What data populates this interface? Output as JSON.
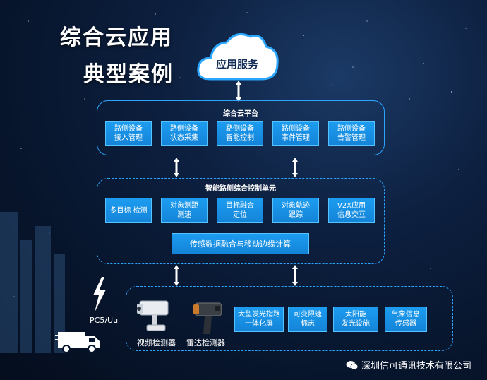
{
  "title_line1": "综合云应用",
  "title_line2": "典型案例",
  "cloud_label": "应用服务",
  "platform": {
    "title": "综合云平台",
    "boxes": [
      "路侧设备\n接入管理",
      "路侧设备\n状态采集",
      "路侧设备\n智能控制",
      "路侧设备\n事件管理",
      "路侧设备\n告警管理"
    ]
  },
  "control_unit": {
    "title": "智能路侧综合控制单元",
    "boxes": [
      "多目标 检测",
      "对象测距\n测速",
      "目标融合\n定位",
      "对象轨迹\n跟踪",
      "V2X应用\n信息交互"
    ],
    "fusion_label": "传感数据融合与移动边缘计算"
  },
  "devices": {
    "video_label": "视频检测器",
    "radar_label": "雷达检测器",
    "boxes": [
      "大型发光指路\n一体化屏",
      "可变限速\n标志",
      "太阳能\n发光设施",
      "气象信息\n传感器"
    ]
  },
  "link_label": "PC5/Uu",
  "company_name": "深圳信可通讯技术有限公司",
  "icons": [
    "cloud-icon",
    "camera-icon",
    "radar-gun-icon",
    "lightning-icon",
    "truck-icon",
    "wechat-icon"
  ],
  "colors": {
    "accent": "#2aa6ff",
    "box": "#1a93e8"
  }
}
